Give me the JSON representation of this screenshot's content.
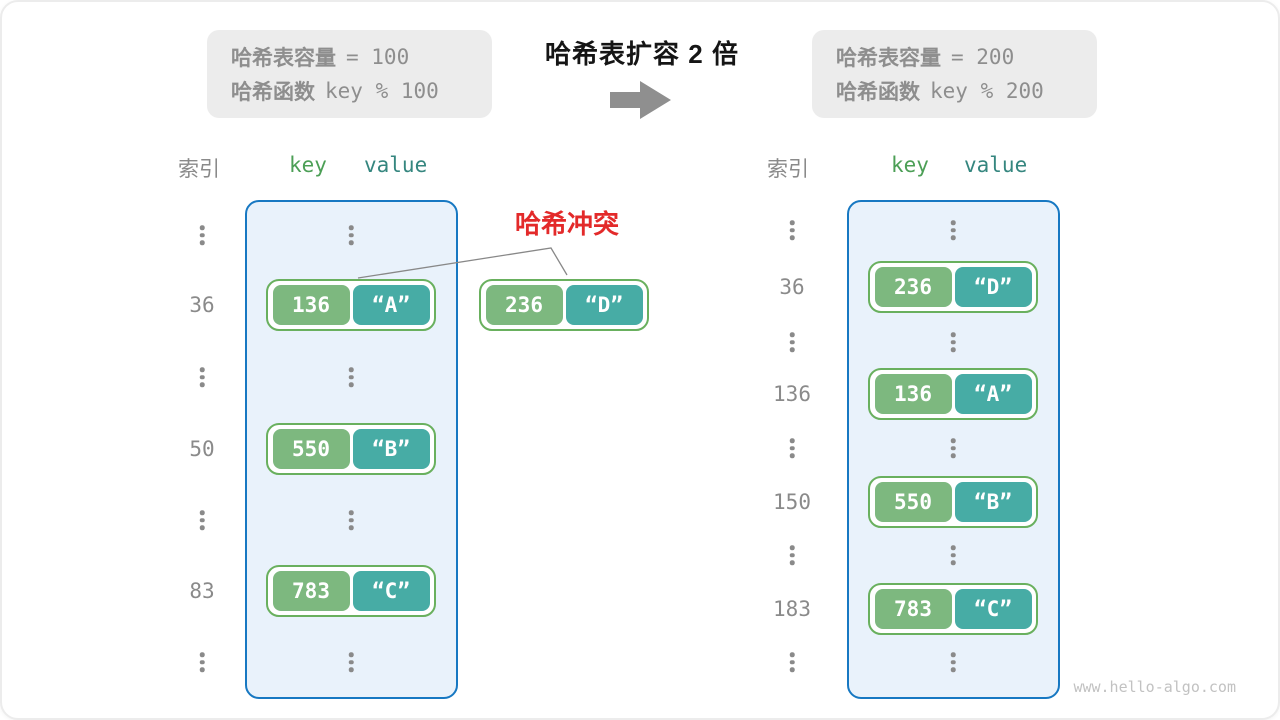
{
  "title": "哈希表扩容 2 倍",
  "watermark": "www.hello-algo.com",
  "collision": {
    "label": "哈希冲突",
    "entry": {
      "key": "236",
      "value": "“D”"
    }
  },
  "left_info": {
    "line1_label": "哈希表容量",
    "line1_value": "= 100",
    "line2_label": "哈希函数",
    "line2_value": "key % 100"
  },
  "right_info": {
    "line1_label": "哈希表容量",
    "line1_value": "= 200",
    "line2_label": "哈希函数",
    "line2_value": "key % 200"
  },
  "left_table": {
    "headers": {
      "index": "索引",
      "key": "key",
      "value": "value"
    },
    "entries": [
      {
        "index": "36",
        "key": "136",
        "value": "“A”"
      },
      {
        "index": "50",
        "key": "550",
        "value": "“B”"
      },
      {
        "index": "83",
        "key": "783",
        "value": "“C”"
      }
    ]
  },
  "right_table": {
    "headers": {
      "index": "索引",
      "key": "key",
      "value": "value"
    },
    "entries": [
      {
        "index": "36",
        "key": "236",
        "value": "“D”"
      },
      {
        "index": "136",
        "key": "136",
        "value": "“A”"
      },
      {
        "index": "150",
        "key": "550",
        "value": "“B”"
      },
      {
        "index": "183",
        "key": "783",
        "value": "“C”"
      }
    ]
  },
  "colors": {
    "bucket_fill": "#e9f2fb",
    "bucket_border": "#1778c2",
    "key_green": "#7db87f",
    "value_teal": "#47aca5",
    "pair_border": "#69b05e",
    "collision_red": "#e32a2a",
    "info_gray": "#ececec",
    "text_gray": "#8e8e8e",
    "arrow_gray": "#8f8f8f"
  }
}
